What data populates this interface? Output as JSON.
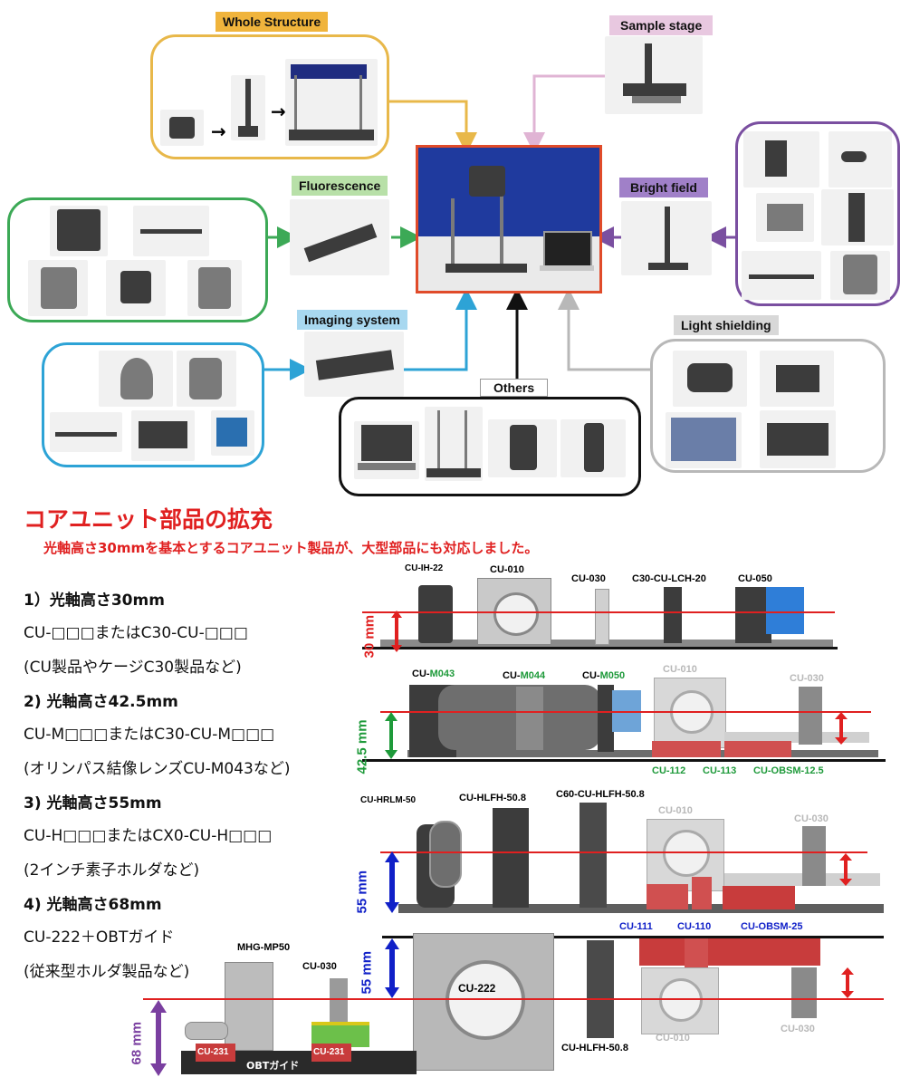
{
  "diagram": {
    "tags": {
      "whole_structure": "Whole Structure",
      "sample_stage": "Sample stage",
      "fluorescence": "Fluorescence",
      "bright_field": "Bright field",
      "imaging_system": "Imaging system",
      "light_shielding": "Light shielding",
      "others": "Others"
    },
    "colors": {
      "whole_structure": "#E8B84A",
      "sample_stage": "#E0B4D4",
      "fluorescence": "#3CA956",
      "bright_field": "#7A4FA0",
      "imaging_system": "#2DA3D6",
      "light_shielding": "#B8B8B8",
      "others": "#111111",
      "center": "#E04B2A",
      "center_bg": "#1F3A9E",
      "title_red": "#E02020",
      "green_axis": "#1E9A3A",
      "blue_axis": "#1020C8",
      "purple_axis": "#7A3FA0"
    }
  },
  "heading": {
    "title": "コアユニット部品の拡充",
    "subtitle": "光軸高さ30mmを基本とするコアユニット製品が、大型部品にも対応しました。"
  },
  "specs": [
    {
      "title": "1）光軸高さ30mm",
      "line1": " CU-□□□またはC30-CU-□□□",
      "line2": "(CU製品やケージC30製品など)"
    },
    {
      "title": "2) 光軸高さ42.5mm",
      "line1": "CU-M□□□またはC30-CU-M□□□",
      "line2": "(オリンパス結像レンズCU-M043など)"
    },
    {
      "title": "3) 光軸高さ55mm",
      "line1": "CU-H□□□またはCX0-CU-H□□□",
      "line2": "(2インチ素子ホルダなど)"
    },
    {
      "title": "4) 光軸高さ68mm",
      "line1": "CU-222＋OBTガイド",
      "line2": "(従来型ホルダ製品など)"
    }
  ],
  "rows": {
    "r1": {
      "height": "30 mm",
      "labels": [
        "CU-IH-22",
        "CU-010",
        "CU-030",
        "C30-CU-LCH-20",
        "CU-050"
      ]
    },
    "r2": {
      "height": "42.5 mm",
      "labels": {
        "m043_pre": "CU-",
        "m043": "M043",
        "m044_pre": "CU-",
        "m044": "M044",
        "m050_pre": "CU-",
        "m050": "M050",
        "cu010": "CU-010",
        "cu030": "CU-030",
        "cu112": "CU-112",
        "cu113": "CU-113",
        "obsm": "CU-OBSM-12.5"
      }
    },
    "r3": {
      "height": "55 mm",
      "labels": [
        "CU-HRLM-50",
        "CU-HLFH-50.8",
        "C60-CU-HLFH-50.8",
        "CU-010",
        "CU-030",
        "CU-111",
        "CU-110",
        "CU-OBSM-25"
      ]
    },
    "r4": {
      "height_55": "55 mm",
      "height_68": "68 mm",
      "labels": {
        "mhg": "MHG-MP50",
        "cu030": "CU-030",
        "cu222": "CU-222",
        "cu231a": "CU-231",
        "cu231b": "CU-231",
        "obt": "OBTガイド",
        "hlfh": "CU-HLFH-50.8",
        "cu010": "CU-010",
        "cu030b": "CU-030"
      }
    }
  }
}
